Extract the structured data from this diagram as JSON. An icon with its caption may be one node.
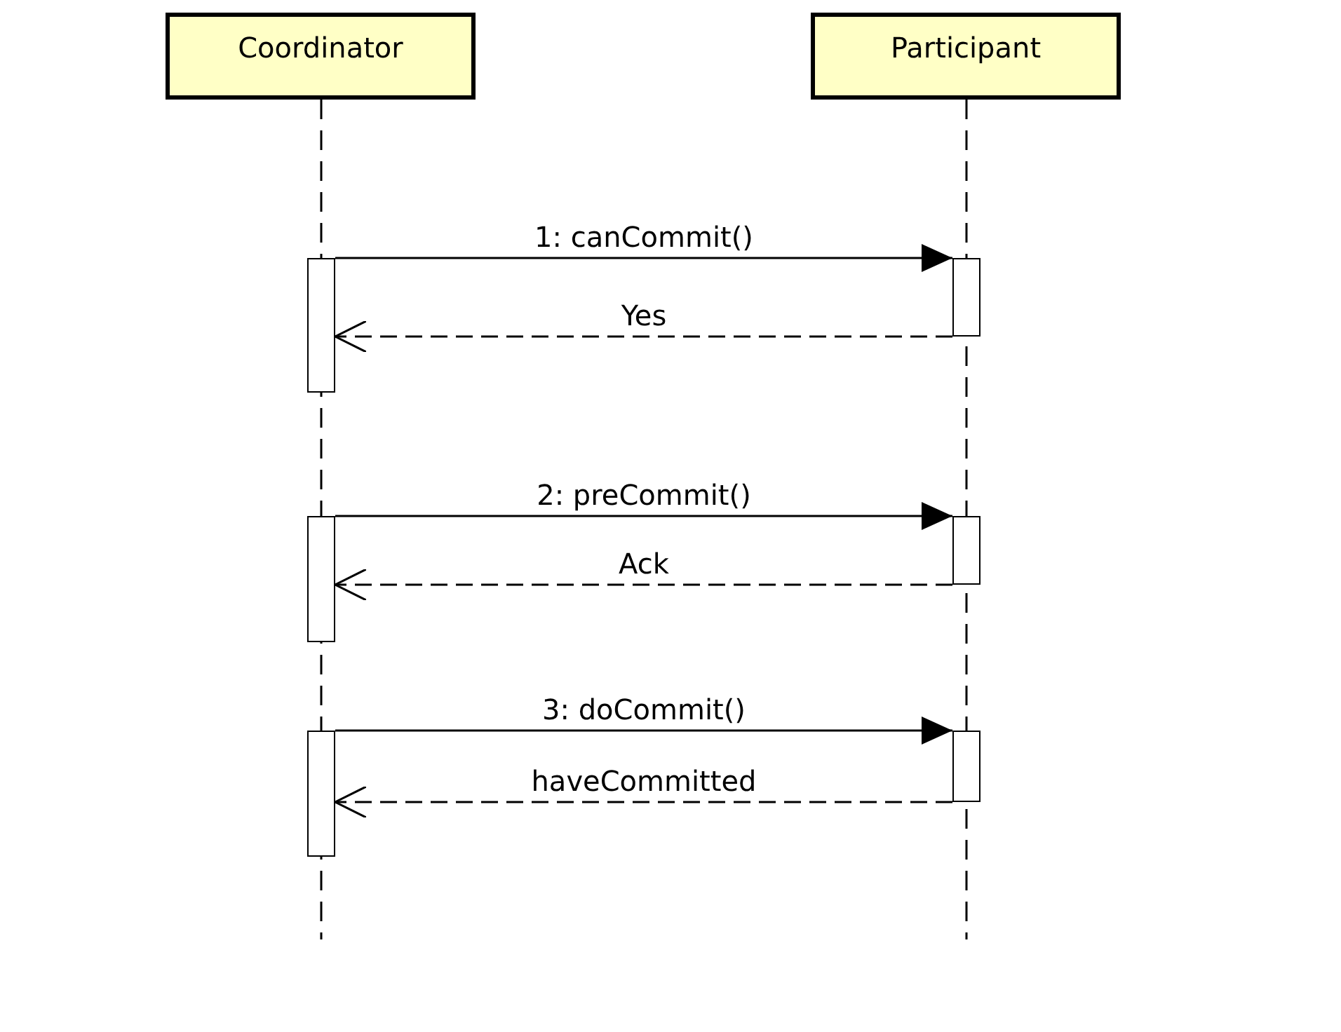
{
  "diagram": {
    "nodes": [
      {
        "text": [
          "Coordinator"
        ]
      },
      {
        "text": [
          "Participant"
        ]
      },
      {
        "text": [],
        "shape": "bar"
      },
      {
        "text": [],
        "shape": "bar"
      },
      {
        "text": [],
        "shape": "bar"
      },
      {
        "text": [],
        "shape": "bar"
      },
      {
        "text": [],
        "shape": "bar"
      },
      {
        "text": [],
        "shape": "bar"
      }
    ],
    "edges": [
      {
        "from": 2,
        "to": 3,
        "arrow": "to",
        "label": "1: canCommit()"
      },
      {
        "from": 3,
        "to": 2,
        "arrow": "to",
        "label": "Yes",
        "style": "dashed"
      },
      {
        "from": 4,
        "to": 5,
        "arrow": "to",
        "label": "2: preCommit()"
      },
      {
        "from": 5,
        "to": 4,
        "arrow": "to",
        "label": "Ack",
        "style": "dashed"
      },
      {
        "from": 6,
        "to": 7,
        "arrow": "to",
        "label": "3: doCommit()"
      },
      {
        "from": 7,
        "to": 6,
        "arrow": "to",
        "label": "haveCommitted",
        "style": "dashed"
      }
    ]
  }
}
